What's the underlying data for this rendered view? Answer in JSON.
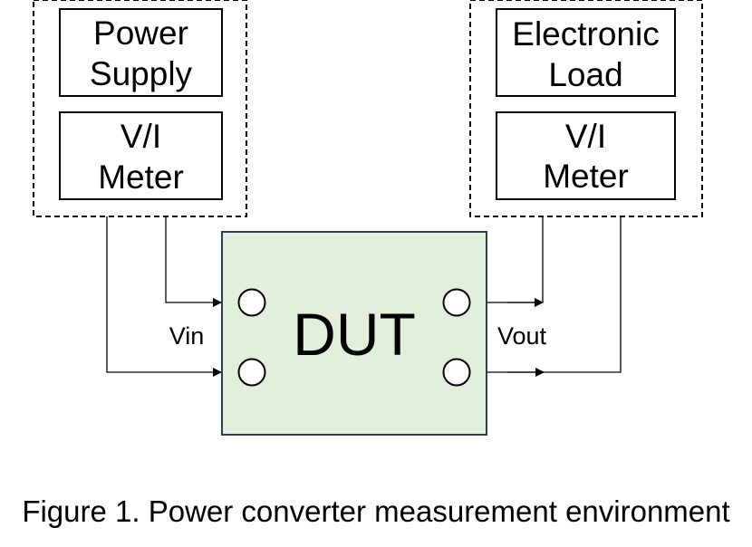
{
  "left_group": {
    "top_box": {
      "lines": [
        "Power",
        "Supply"
      ]
    },
    "bottom_box": {
      "lines": [
        "V/I",
        "Meter"
      ]
    }
  },
  "right_group": {
    "top_box": {
      "lines": [
        "Electronic",
        "Load"
      ]
    },
    "bottom_box": {
      "lines": [
        "V/I",
        "Meter"
      ]
    }
  },
  "dut": {
    "label": "DUT",
    "fill_color": "#e2efda",
    "border_color": "#2f3b52"
  },
  "ports": {
    "input": "Vin",
    "output": "Vout"
  },
  "caption": "Figure 1. Power converter measurement environment"
}
